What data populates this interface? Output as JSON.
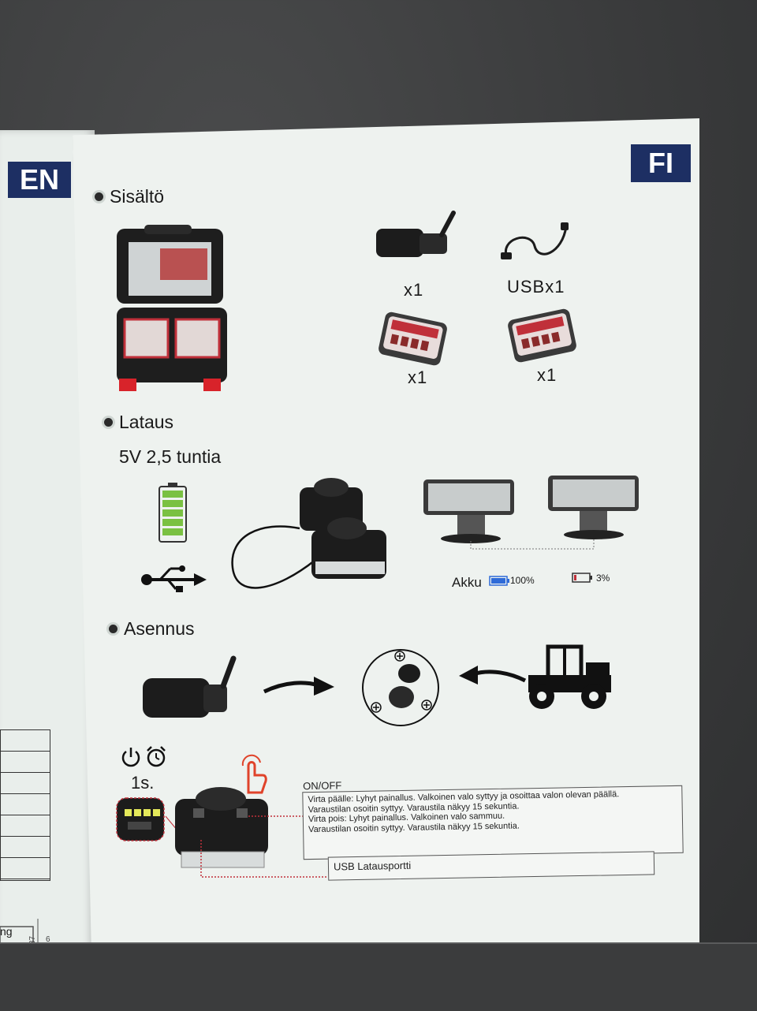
{
  "left_page": {
    "badge": "EN",
    "footer_fragment": "ng"
  },
  "right_page": {
    "badge": "FI"
  },
  "section_contents": {
    "title": "Sisältö",
    "items": [
      {
        "icon": "wireless-plug-icon",
        "qty": "x1"
      },
      {
        "icon": "usb-cable-icon",
        "qty": "USBx1"
      },
      {
        "icon": "trailer-light-left-icon",
        "qty": "x1"
      },
      {
        "icon": "trailer-light-right-icon",
        "qty": "x1"
      }
    ]
  },
  "section_charging": {
    "title": "Lataus",
    "spec": "5V 2,5 tuntia",
    "battery_label": "Akku",
    "battery_full": "100%",
    "battery_low": "3%"
  },
  "section_install": {
    "title": "Asennus",
    "timer_label": "1s.",
    "onoff_title": "ON/OFF",
    "onoff_lines": [
      "Virta päälle: Lyhyt painallus. Valkoinen valo syttyy ja osoittaa valon olevan päällä.",
      "Varaustilan osoitin syttyy. Varaustila näkyy 15 sekuntia.",
      "Virta pois: Lyhyt painallus. Valkoinen valo sammuu.",
      "Varaustilan osoitin syttyy. Varaustila näkyy 15 sekuntia."
    ],
    "usb_port": "USB Latausportti"
  },
  "colors": {
    "badge": "#1d2f63",
    "led_red": "#c0303a",
    "battery_green": "#7ac142",
    "battery_blue": "#2f6bd8"
  }
}
